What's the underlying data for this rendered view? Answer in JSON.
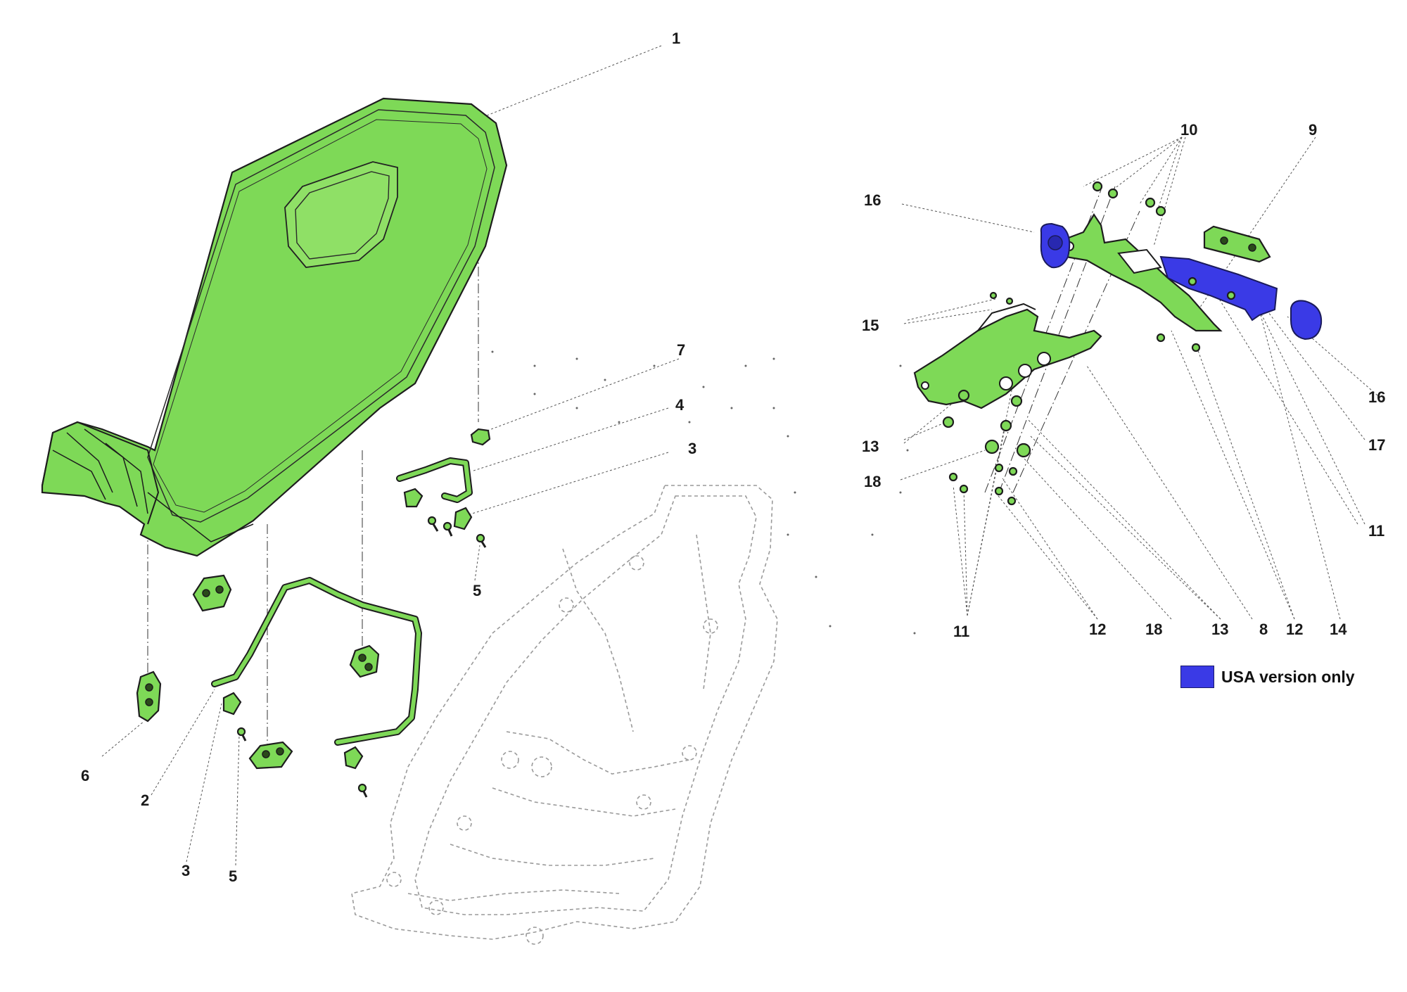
{
  "callouts": [
    {
      "id": "c1",
      "text": "1"
    },
    {
      "id": "c2",
      "text": "2"
    },
    {
      "id": "c3a",
      "text": "3"
    },
    {
      "id": "c3b",
      "text": "3"
    },
    {
      "id": "c4",
      "text": "4"
    },
    {
      "id": "c5a",
      "text": "5"
    },
    {
      "id": "c5b",
      "text": "5"
    },
    {
      "id": "c6",
      "text": "6"
    },
    {
      "id": "c7",
      "text": "7"
    },
    {
      "id": "c8",
      "text": "8"
    },
    {
      "id": "c9",
      "text": "9"
    },
    {
      "id": "c10",
      "text": "10"
    },
    {
      "id": "c11a",
      "text": "11"
    },
    {
      "id": "c11b",
      "text": "11"
    },
    {
      "id": "c12a",
      "text": "12"
    },
    {
      "id": "c12b",
      "text": "12"
    },
    {
      "id": "c13a",
      "text": "13"
    },
    {
      "id": "c13b",
      "text": "13"
    },
    {
      "id": "c14",
      "text": "14"
    },
    {
      "id": "c15",
      "text": "15"
    },
    {
      "id": "c16a",
      "text": "16"
    },
    {
      "id": "c16b",
      "text": "16"
    },
    {
      "id": "c17",
      "text": "17"
    },
    {
      "id": "c18a",
      "text": "18"
    },
    {
      "id": "c18b",
      "text": "18"
    }
  ],
  "legend": {
    "label": "USA version only",
    "color": "#3a3ae6"
  },
  "colors": {
    "part_fill": "#7ed957",
    "usa_fill": "#3a3ae6",
    "frame_ghost": "#9a9a9a"
  }
}
